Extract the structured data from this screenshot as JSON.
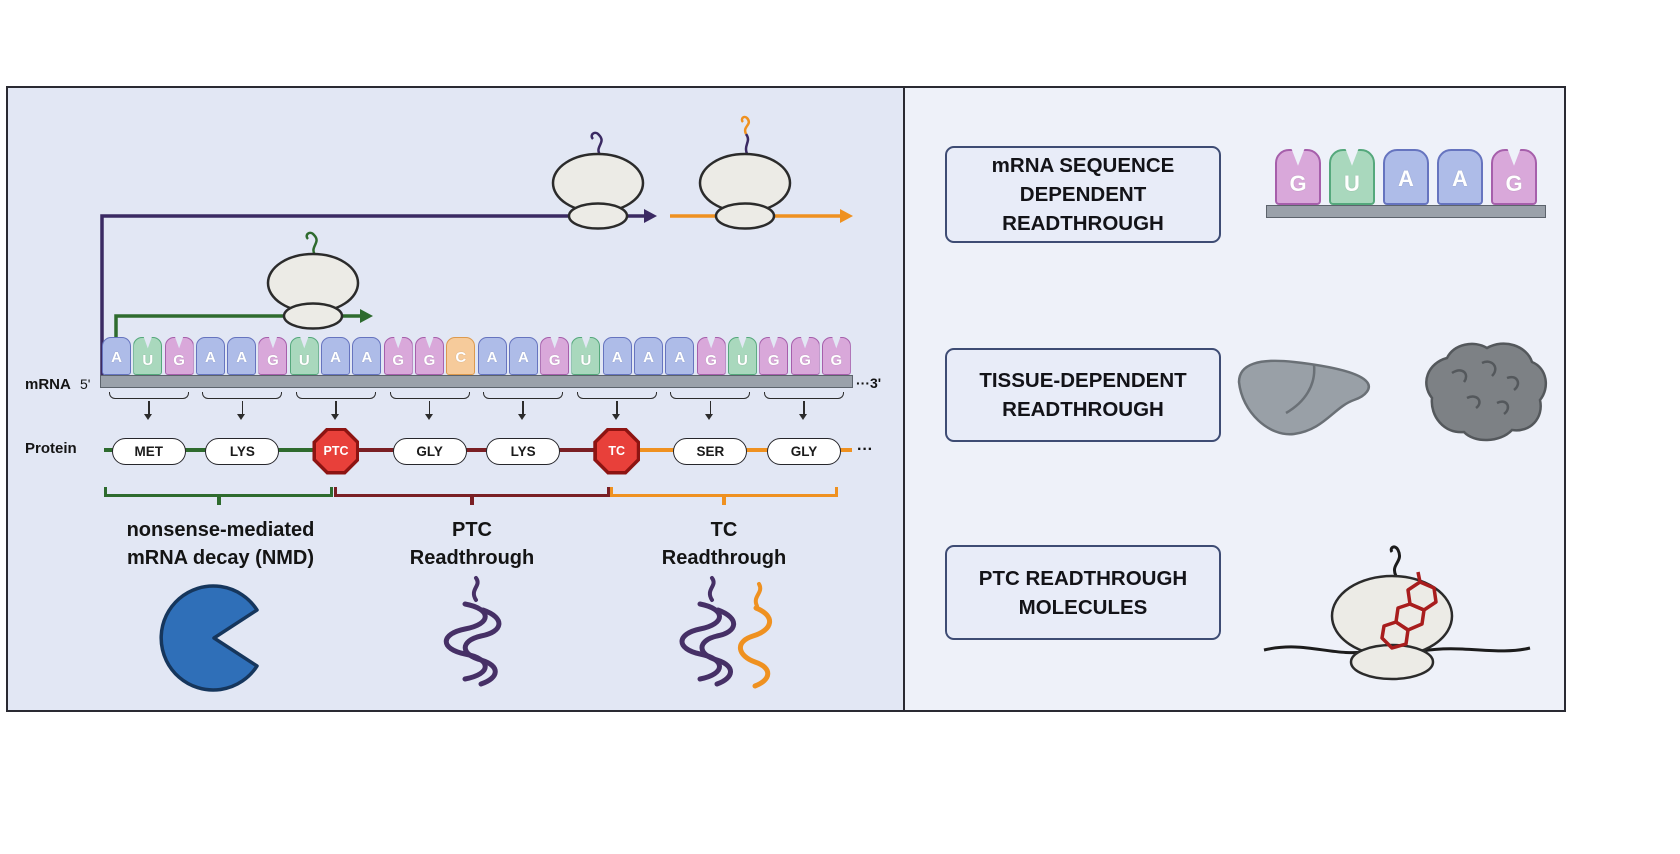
{
  "colors": {
    "left_panel_bg": "#e2e7f4",
    "right_panel_bg": "#eef1f9",
    "panel_border": "#2a2a32",
    "mrna_bar_gray": "#9aa1aa",
    "nmd_green": "#2e6b2e",
    "ptc_maroon": "#7a1f24",
    "tc_orange": "#ef9120",
    "readthrough_purple": "#3b2a63",
    "stop_sign_red": "#e8403a",
    "degradation_blue": "#2f6fb8",
    "molecule_red": "#a81d1d",
    "ribosome_gray": "#ecebe6"
  },
  "nucleotide_colors": {
    "A": {
      "fill": "#aebce8",
      "stroke": "#6674bf"
    },
    "U": {
      "fill": "#a9d8bd",
      "stroke": "#55a87c"
    },
    "G": {
      "fill": "#d9a8da",
      "stroke": "#a65fab"
    },
    "C": {
      "fill": "#f6cb9b",
      "stroke": "#dd9a4e"
    }
  },
  "left": {
    "mrna_label": "mRNA",
    "protein_label": "Protein",
    "five_prime": "5'",
    "three_prime_ellipsis": "···3'",
    "protein_ellipsis": "···",
    "mrna_sequence": [
      "A",
      "U",
      "G",
      "A",
      "A",
      "G",
      "U",
      "A",
      "A",
      "G",
      "G",
      "C",
      "A",
      "A",
      "G",
      "U",
      "A",
      "A",
      "A",
      "G",
      "U",
      "G",
      "G",
      "G"
    ],
    "codons": [
      {
        "label": "MET",
        "type": "aa"
      },
      {
        "label": "LYS",
        "type": "aa"
      },
      {
        "label": "PTC",
        "type": "stop"
      },
      {
        "label": "GLY",
        "type": "aa"
      },
      {
        "label": "LYS",
        "type": "aa"
      },
      {
        "label": "TC",
        "type": "stop"
      },
      {
        "label": "SER",
        "type": "aa"
      },
      {
        "label": "GLY",
        "type": "aa"
      }
    ],
    "pathways": [
      {
        "id": "nmd",
        "color": "#2e6b2e",
        "line1": "nonsense-mediated",
        "line2": "mRNA decay (NMD)"
      },
      {
        "id": "ptc-readthrough",
        "color": "#7a1f24",
        "line1": "PTC",
        "line2": "Readthrough"
      },
      {
        "id": "tc-readthrough",
        "color": "#ef9120",
        "line1": "TC",
        "line2": "Readthrough"
      }
    ]
  },
  "right": {
    "boxes": [
      {
        "lines": [
          "mRNA SEQUENCE",
          "DEPENDENT",
          "READTHROUGH"
        ]
      },
      {
        "lines": [
          "TISSUE-DEPENDENT",
          "READTHROUGH"
        ]
      },
      {
        "lines": [
          "PTC READTHROUGH",
          "MOLECULES"
        ]
      }
    ],
    "sequence": [
      "G",
      "U",
      "A",
      "A",
      "G"
    ]
  },
  "icons": [
    "ribosome-icon",
    "nascent-peptide-icon",
    "mrna-degradation-pacman-icon",
    "truncated-protein-icon",
    "readthrough-protein-icon",
    "liver-icon",
    "brain-icon",
    "ptc-readthrough-molecule-icon",
    "stop-octagon-icon",
    "codon-bracket-icon",
    "down-arrow-icon"
  ]
}
